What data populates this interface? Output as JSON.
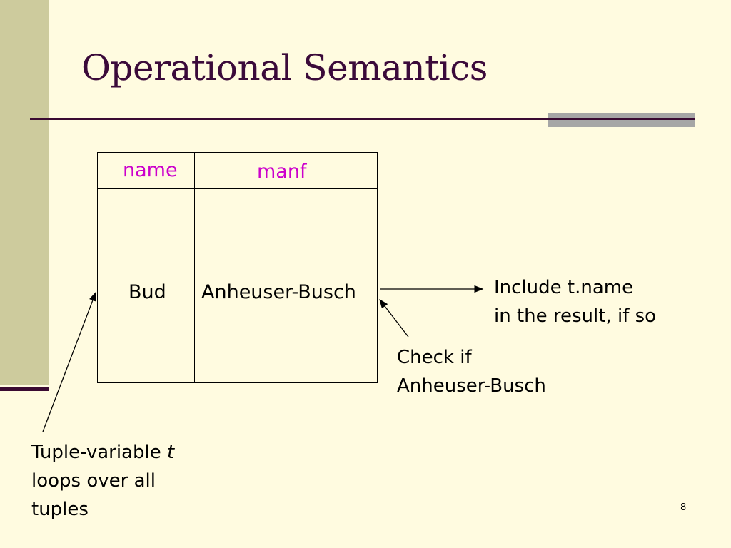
{
  "slide": {
    "title": "Operational Semantics",
    "page_number": "8"
  },
  "table": {
    "headers": [
      "name",
      "manf"
    ],
    "highlighted_row": [
      "Bud",
      "Anheuser-Busch"
    ]
  },
  "annotations": {
    "include_line1": "Include t.name",
    "include_line2": "in the result, if so",
    "check_line1": "Check if",
    "check_line2": "Anheuser-Busch",
    "tuple_line1_prefix": "Tuple-variable ",
    "tuple_line1_var": "t",
    "tuple_line2": "loops over all",
    "tuple_line3": "tuples"
  },
  "colors": {
    "background": "#fffbe0",
    "sidebar": "#cdcb9d",
    "title": "#3b0a3a",
    "header_text": "#cc00cc"
  }
}
